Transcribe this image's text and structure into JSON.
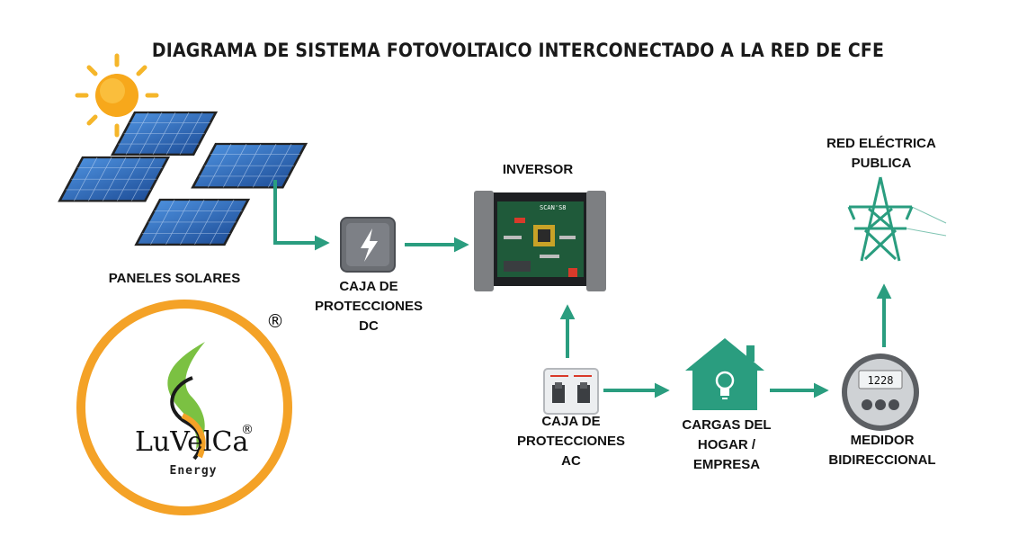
{
  "title": "DIAGRAMA DE SISTEMA FOTOVOLTAICO INTERCONECTADO A LA RED DE CFE",
  "nodes": {
    "panels": "PANELES SOLARES",
    "dc_box": [
      "CAJA DE",
      "PROTECCIONES",
      "DC"
    ],
    "inverter": "INVERSOR",
    "inverter_brand": "SCAN'S8",
    "ac_box": [
      "CAJA DE",
      "PROTECCIONES",
      "AC"
    ],
    "loads": [
      "CARGAS DEL",
      "HOGAR /",
      "EMPRESA"
    ],
    "meter": [
      "MEDIDOR",
      "BIDIRECCIONAL"
    ],
    "meter_reading": "1228",
    "grid": [
      "RED ELÉCTRICA",
      "PUBLICA"
    ]
  },
  "logo": {
    "name": "LuVelCa",
    "sub": "Energy",
    "registered": "®"
  },
  "colors": {
    "arrow": "#2a9d7f",
    "ring": "#f4a227",
    "panel": "#2e6fbf",
    "house": "#2a9d7f"
  }
}
